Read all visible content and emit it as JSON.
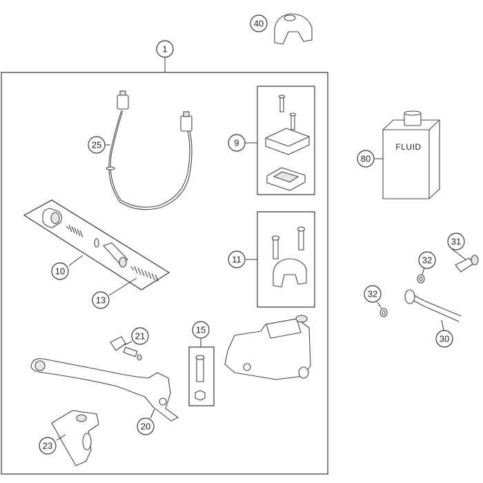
{
  "callouts": {
    "c1": "1",
    "c9": "9",
    "c10": "10",
    "c11": "11",
    "c13": "13",
    "c15": "15",
    "c20": "20",
    "c21": "21",
    "c23": "23",
    "c25": "25",
    "c30": "30",
    "c31": "31",
    "c32a": "32",
    "c32b": "32",
    "c40": "40",
    "c80": "80"
  },
  "fluid_label": "FLUID"
}
